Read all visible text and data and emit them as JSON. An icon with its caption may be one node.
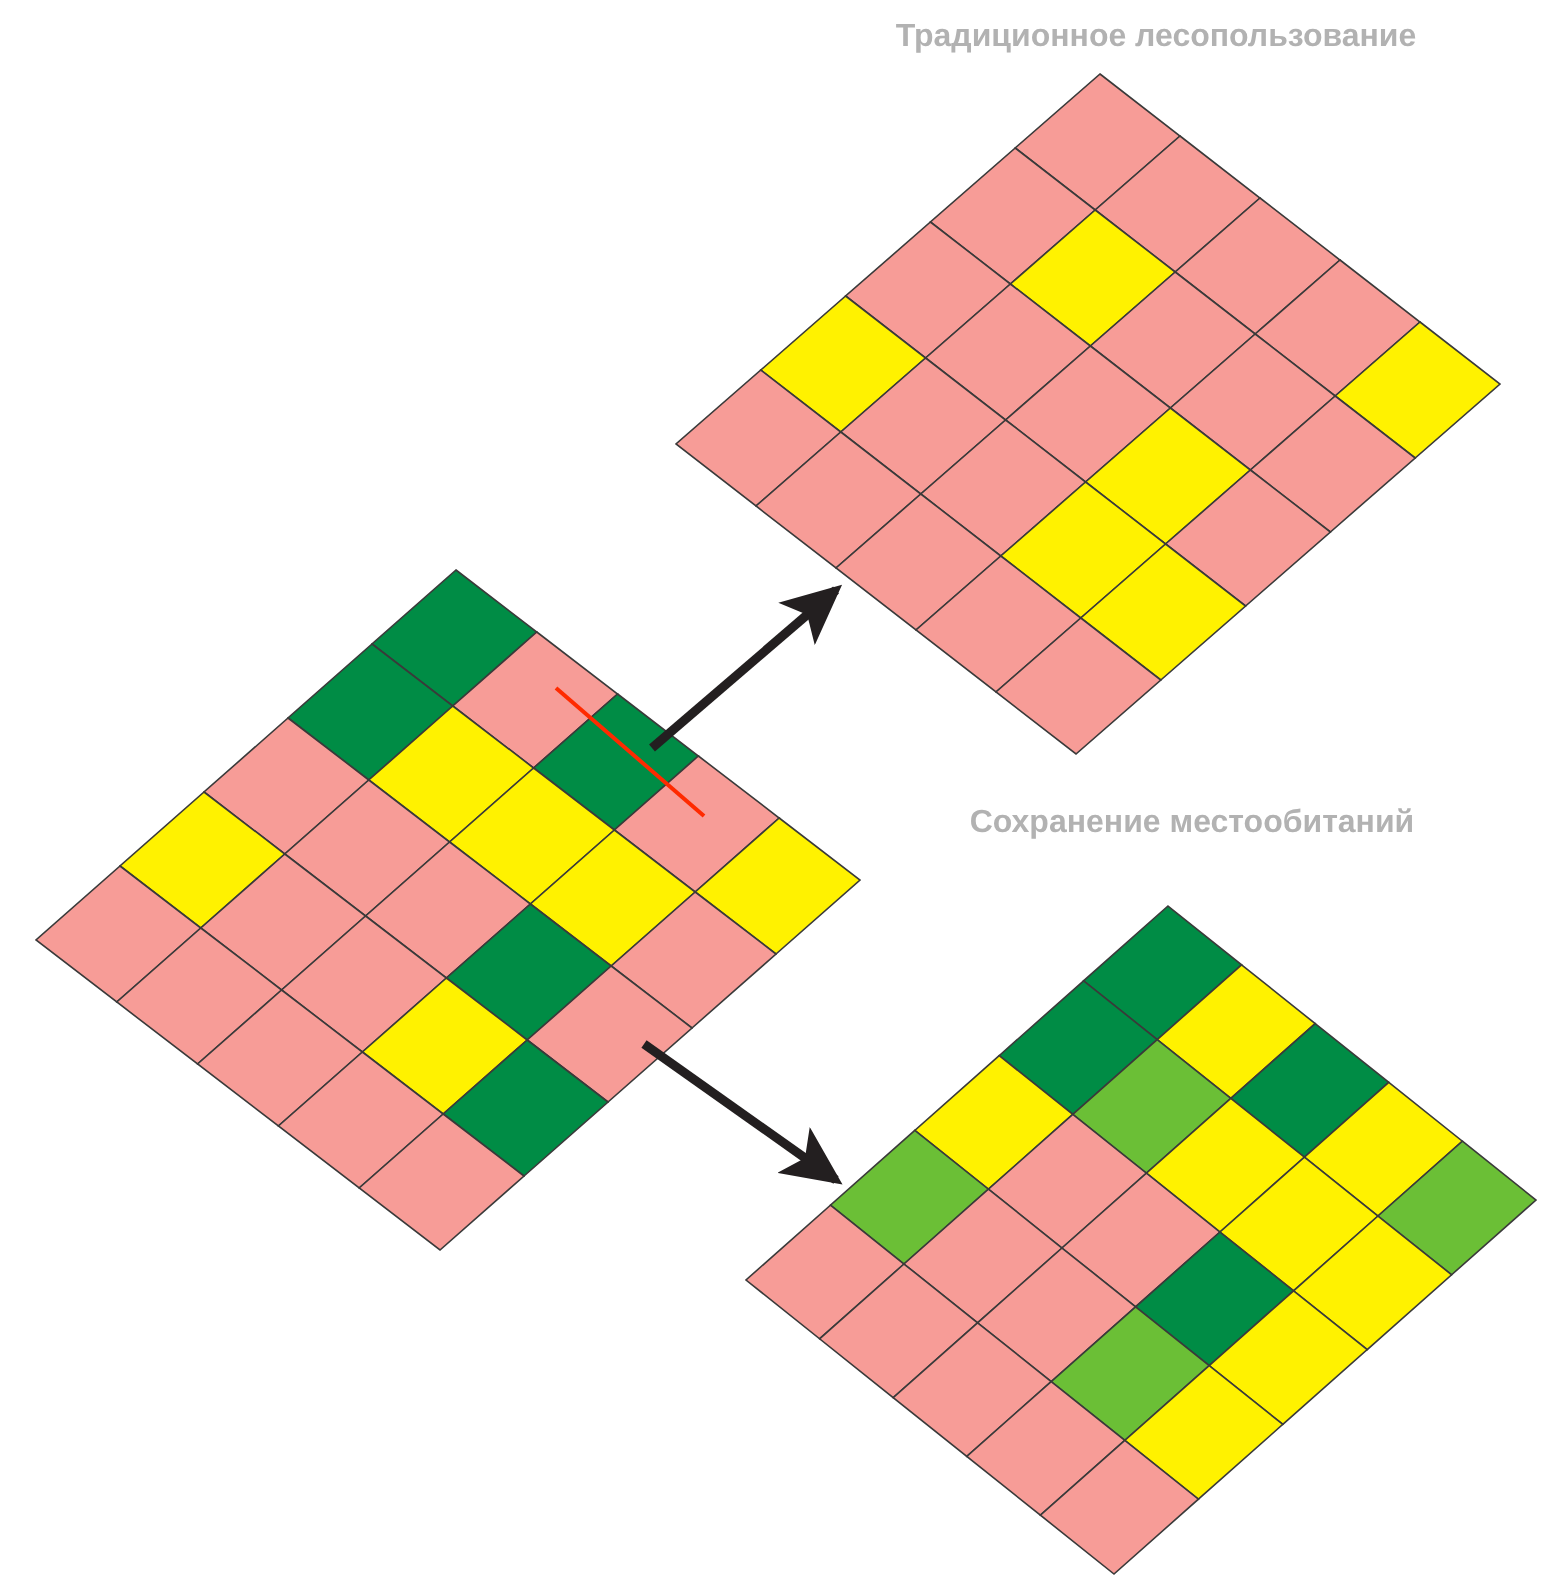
{
  "diagram": {
    "nodes": [
      {
        "text": [],
        "shape": "grid"
      },
      {
        "text": [
          "Традиционное лесопользование"
        ]
      },
      {
        "text": [
          "Сохранение местообитаний"
        ]
      }
    ],
    "edges": [
      {
        "from": 0,
        "to": 1,
        "arrow": "to"
      },
      {
        "from": 0,
        "to": 2,
        "arrow": "to"
      }
    ]
  }
}
